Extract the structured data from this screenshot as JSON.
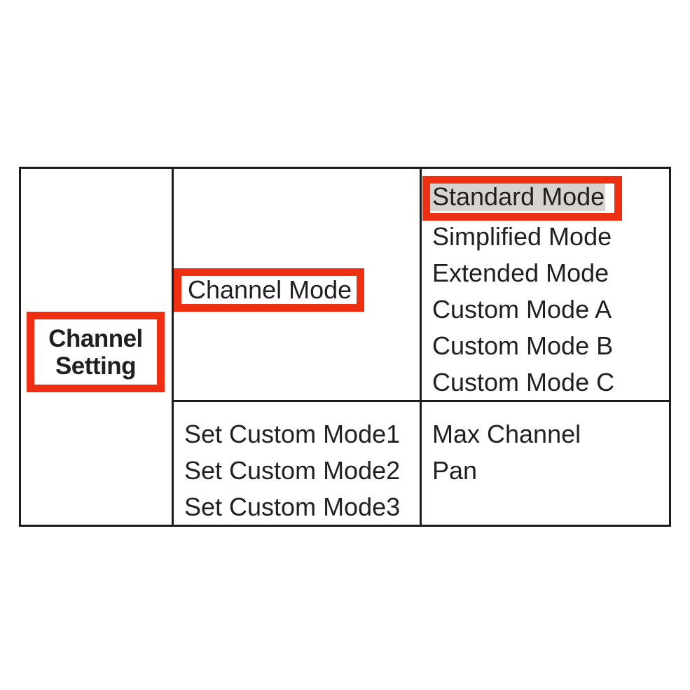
{
  "colors": {
    "annotation_red": "#ee2f12",
    "selected_highlight": "#d6d3ce",
    "table_line": "#1c1c1c",
    "text": "#231f1f",
    "background": "#ffffff"
  },
  "menu": {
    "section": {
      "label_line1": "Channel",
      "label_line2": "Setting"
    },
    "channel_mode": {
      "label": "Channel Mode",
      "selected_option": "Standard Mode",
      "other_options": [
        "Simplified Mode",
        "Extended Mode",
        "Custom Mode A",
        "Custom Mode B",
        "Custom Mode C"
      ]
    },
    "custom_set_items": [
      "Set Custom Mode1",
      "Set Custom Mode2",
      "Set Custom Mode3"
    ],
    "other_settings": [
      "Max Channel",
      "Pan"
    ]
  }
}
